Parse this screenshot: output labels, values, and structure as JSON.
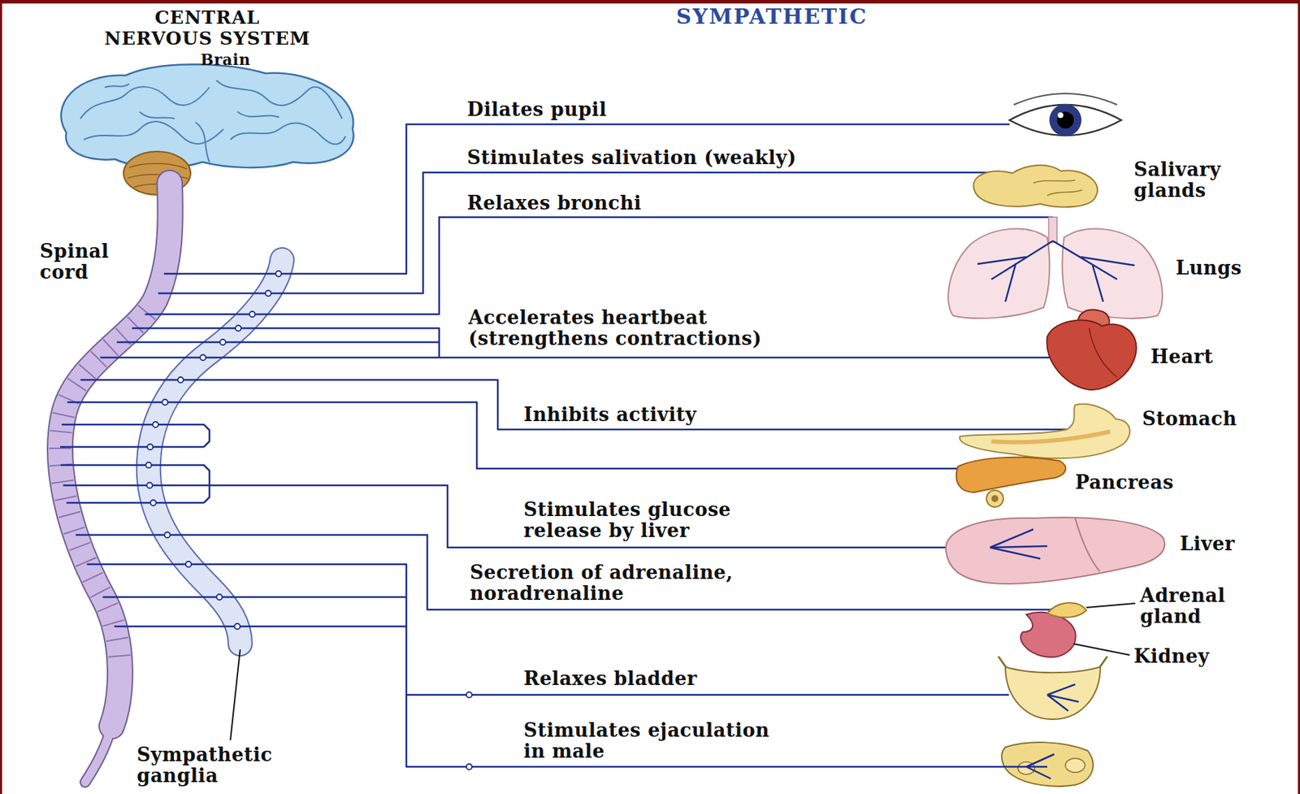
{
  "diagram": {
    "title": "SYMPATHETIC",
    "labels": [
      "CENTRAL NERVOUS SYSTEM",
      "Brain",
      "Dilates pupil",
      "Stimulates salivation (weakly)",
      "Salivary glands",
      "Relaxes bronchi",
      "Spinal cord",
      "Lungs",
      "Accelerates heartbeat (strengthens contractions)",
      "Heart",
      "Inhibits activity",
      "Stomach",
      "Pancreas",
      "Stimulates glucose release by liver",
      "Liver",
      "Secretion of adrenaline, noradrenaline",
      "Adrenal gland",
      "Kidney",
      "Relaxes bladder",
      "Stimulates ejaculation in male",
      "Sympathetic ganglia"
    ]
  }
}
